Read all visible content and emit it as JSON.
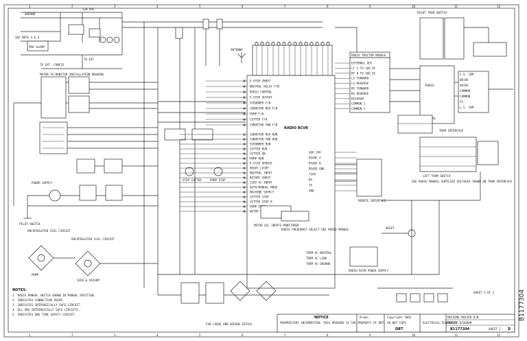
{
  "sheet": {
    "border_labels": [
      "1",
      "2",
      "3",
      "4",
      "5",
      "6",
      "7",
      "8",
      "9",
      "10",
      "11",
      "12"
    ],
    "side_code": "B1177304",
    "sheet_no": "SHEET 2 OF 2"
  },
  "left": {
    "top_labels": [
      "GROUND",
      "120 VAC",
      "TO EXT.",
      "SEE NOTE 3 & 4",
      "PRO ALARM",
      "TO EXT. CONFIG"
    ],
    "motor_note": "MOTOR-TO-MONITOR INSTALLATION DRAWING",
    "power_supply": "POWER SUPPLY",
    "pilot_switch": "PILOT SWITCH",
    "coil_title_1": "ENCAPSULATED COIL CIRCUIT",
    "coil_title_2": "ENCAPSULATED COIL CIRCUIT",
    "coil_cap_1": "PUMP",
    "coil_cap_2": "SIDE & VACUUM",
    "notes_title": "NOTES:",
    "notes": [
      "1. RADIO MANUAL SWITCH SHOWN IN MANUAL POSITION.",
      "2. INDICATES CONNECTION POINT.",
      "3. INDICATES INTRINSICALLY SAFE CIRCUIT.",
      "4. ALL ARE INTRINSICALLY SAFE CIRCUITS.",
      "5. INDICATES ONE TIME SAFETY CIRCUIT."
    ]
  },
  "center": {
    "radio_label": "RADIO RCVR",
    "antenna": "ANTENNA",
    "inputs_top": [
      "E-STOP INPUT",
      "NEUTRAL RELAY F/B",
      "RADIO CONTROL",
      "E-STOP OUTPUT",
      "SCRUBBER F/B",
      "CONVEYOR REV F/B",
      "PUMP F/B",
      "CUTTER F/B",
      "CONVEYOR FWD F/B"
    ],
    "inputs_bottom": [
      "CONVEYOR REV RUN",
      "CONVEYOR FWD RUN",
      "SCRUBBER RUN",
      "CUTTER RUN",
      "CUTTER ON",
      "PUMP RUN",
      "E-STOP OPRATE",
      "READY LIGHT",
      "NEUTRAL INPUT",
      "ROTARY INPUT",
      "120V AC INPUT",
      "AUTO/MANUAL MODE",
      "MACHINE SUPPLY",
      "CUTTER STOP",
      "CUTTER STOP B",
      "PUMP STOP",
      "WATER SPRAY"
    ],
    "right_io": [
      "AUX 24V",
      "RS485 A",
      "RS485 B",
      "RS485 GND",
      "+24V",
      "RX",
      "TX",
      "GND"
    ],
    "motor_inputs": "MOTOR OIL INPUTS MONITORED",
    "radio_select": "RADIO FREQUENCY SELECT SEE RADIO MANUAL",
    "pump_stop": "PUMP STOP",
    "stop_cutter": "STOP CUTTER",
    "wiring_note": "FOR LOOSE END WIRING DETAIL",
    "rcvr_power": "RADIO RCVR POWER SUPPLY",
    "neutral_note": "TERM AC NEUTRAL",
    "line_note": "TERM AC LINE",
    "ground_note": "TERM AC GROUND"
  },
  "right": {
    "translator": "RADIO TRACTOR MODULE",
    "translator_rows": [
      "EXTERNAL OUT",
      "LT 2 TO 10V DC",
      "RT 0 TO 10V DC",
      "LS FORWARD",
      "LS REVERSE",
      "RS FORWARD",
      "RS REVERSE",
      "DIAGRAM",
      "COMMON 1",
      "COMMON 1"
    ],
    "right_tram_title": "RIGHT TRAM SWITCH",
    "left_tram_title": "LEFT TRAM SWITCH",
    "left_tram_note": "SEE RADIO MANUAL SUPPLIED VOLTAGES SHOWN ON TRAM INTERFACE",
    "remote_interface": "REMOTE INTERFACE",
    "tram_interface": "TRAM INTERFACE",
    "manual_label": "MANUAL",
    "radio_label": "RADIO",
    "stop_label": "RESET",
    "refs": [
      "L.S. COM",
      "DRIVE",
      "DRIVE",
      "COMMON",
      "COMMON",
      "FE",
      "L.S. COM"
    ]
  },
  "title_block": {
    "notice_title": "NOTICE",
    "notice_text": "PROPRIETARY INFORMATION. THIS DRAWING IS THE PROPERTY OF DBT. DO NOT COPY.",
    "drawn_by": "Drawn",
    "copyright": "Copyright 2003",
    "company": "DBT",
    "title": "MACHINE MASTER D/N",
    "subtitle": "REMOTE DIAGRAM",
    "subtitle2": "ELECTRICAL SCHEMATIC",
    "doc_number": "B1177304",
    "sheet": "SHEET 2",
    "rev": "D"
  }
}
